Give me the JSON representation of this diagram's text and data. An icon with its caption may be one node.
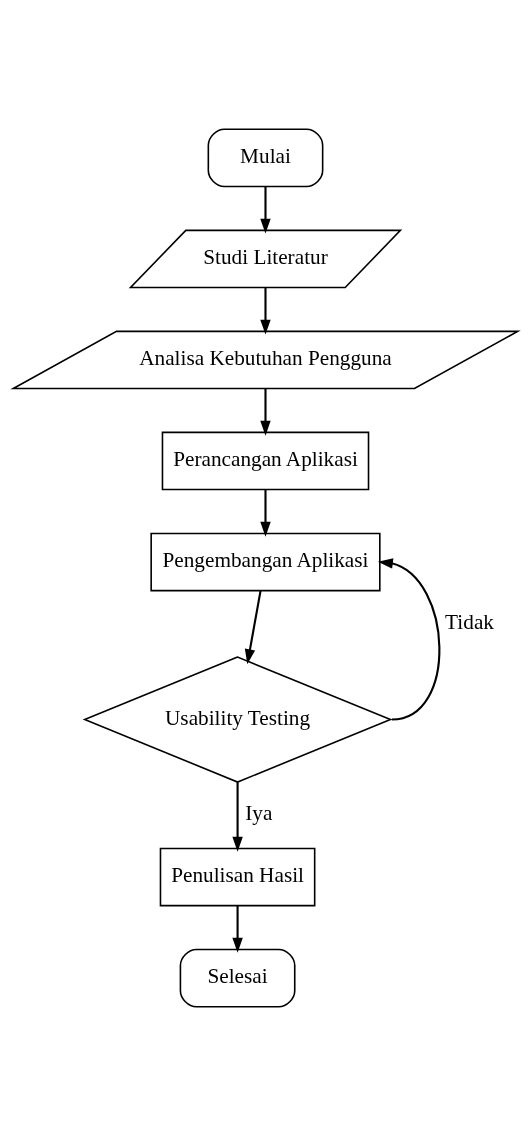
{
  "diagram": {
    "nodes": [
      {
        "text": [
          "Mulai"
        ]
      },
      {
        "text": [
          "Studi Literatur"
        ]
      },
      {
        "text": [
          "Analisa Kebutuhan Pengguna"
        ]
      },
      {
        "text": [
          "Perancangan Aplikasi"
        ]
      },
      {
        "text": [
          "Pengembangan Aplikasi"
        ]
      },
      {
        "text": [
          "Usability Testing"
        ]
      },
      {
        "text": [
          "Penulisan Hasil"
        ]
      },
      {
        "text": [
          "Selesai"
        ]
      }
    ],
    "edges": [
      {
        "from": 0,
        "to": 1,
        "arrow": "to"
      },
      {
        "from": 1,
        "to": 2,
        "arrow": "to"
      },
      {
        "from": 2,
        "to": 3,
        "arrow": "to"
      },
      {
        "from": 3,
        "to": 4,
        "arrow": "to"
      },
      {
        "from": 4,
        "to": 5,
        "arrow": "to"
      },
      {
        "from": 5,
        "to": 6,
        "arrow": "to",
        "label": "Iya"
      },
      {
        "from": 5,
        "to": 4,
        "arrow": "to",
        "label": "Tidak"
      },
      {
        "from": 6,
        "to": 7,
        "arrow": "to"
      }
    ]
  }
}
